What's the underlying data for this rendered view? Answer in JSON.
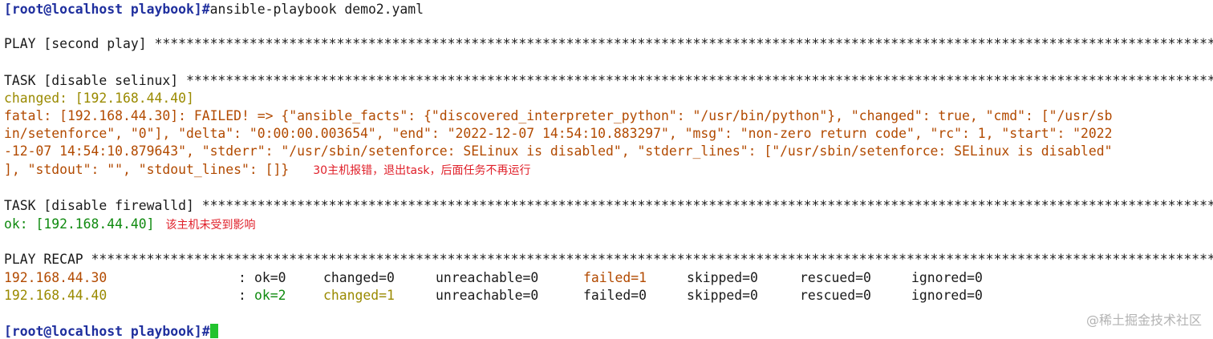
{
  "terminal": {
    "prompt": "[root@localhost playbook]#",
    "command": "ansible-playbook demo2.yaml",
    "play_header": "PLAY [second play] **************************************************************************************************************************************************",
    "task1_header": "TASK [disable selinux] **************************************************************************************************************************************************",
    "task1_changed": "changed: [192.168.44.40]",
    "task1_fatal_1": "fatal: [192.168.44.30]: FAILED! => {\"ansible_facts\": {\"discovered_interpreter_python\": \"/usr/bin/python\"}, \"changed\": true, \"cmd\": [\"/usr/sb",
    "task1_fatal_2": "in/setenforce\", \"0\"], \"delta\": \"0:00:00.003654\", \"end\": \"2022-12-07 14:54:10.883297\", \"msg\": \"non-zero return code\", \"rc\": 1, \"start\": \"2022",
    "task1_fatal_3": "-12-07 14:54:10.879643\", \"stderr\": \"/usr/sbin/setenforce: SELinux is disabled\", \"stderr_lines\": [\"/usr/sbin/setenforce: SELinux is disabled\"",
    "task1_fatal_4": "], \"stdout\": \"\", \"stdout_lines\": []}",
    "task1_annotation": "30主机报错，退出task，后面任务不再运行",
    "task2_header": "TASK [disable firewalld] **************************************************************************************************************************************************",
    "task2_ok": "ok: [192.168.44.40]",
    "task2_annotation": "该主机未受到影响",
    "recap_header": "PLAY RECAP **************************************************************************************************************************************************",
    "recap": [
      {
        "host": "192.168.44.30",
        "sep": ":",
        "ok": "ok=0",
        "changed": "changed=0",
        "unreachable": "unreachable=0",
        "failed": "failed=1",
        "skipped": "skipped=0",
        "rescued": "rescued=0",
        "ignored": "ignored=0"
      },
      {
        "host": "192.168.44.40",
        "sep": ":",
        "ok": "ok=2",
        "changed": "changed=1",
        "unreachable": "unreachable=0",
        "failed": "failed=0",
        "skipped": "skipped=0",
        "rescued": "rescued=0",
        "ignored": "ignored=0"
      }
    ],
    "final_prompt": "[root@localhost playbook]#"
  },
  "watermark": "@稀土掘金技术社区",
  "colors": {
    "prompt": "#1f2f9e",
    "changed": "#9a8a00",
    "fatal": "#b24a00",
    "ok": "#0f8a0f",
    "annotation": "#e0202a",
    "cursor": "#22c32e"
  }
}
